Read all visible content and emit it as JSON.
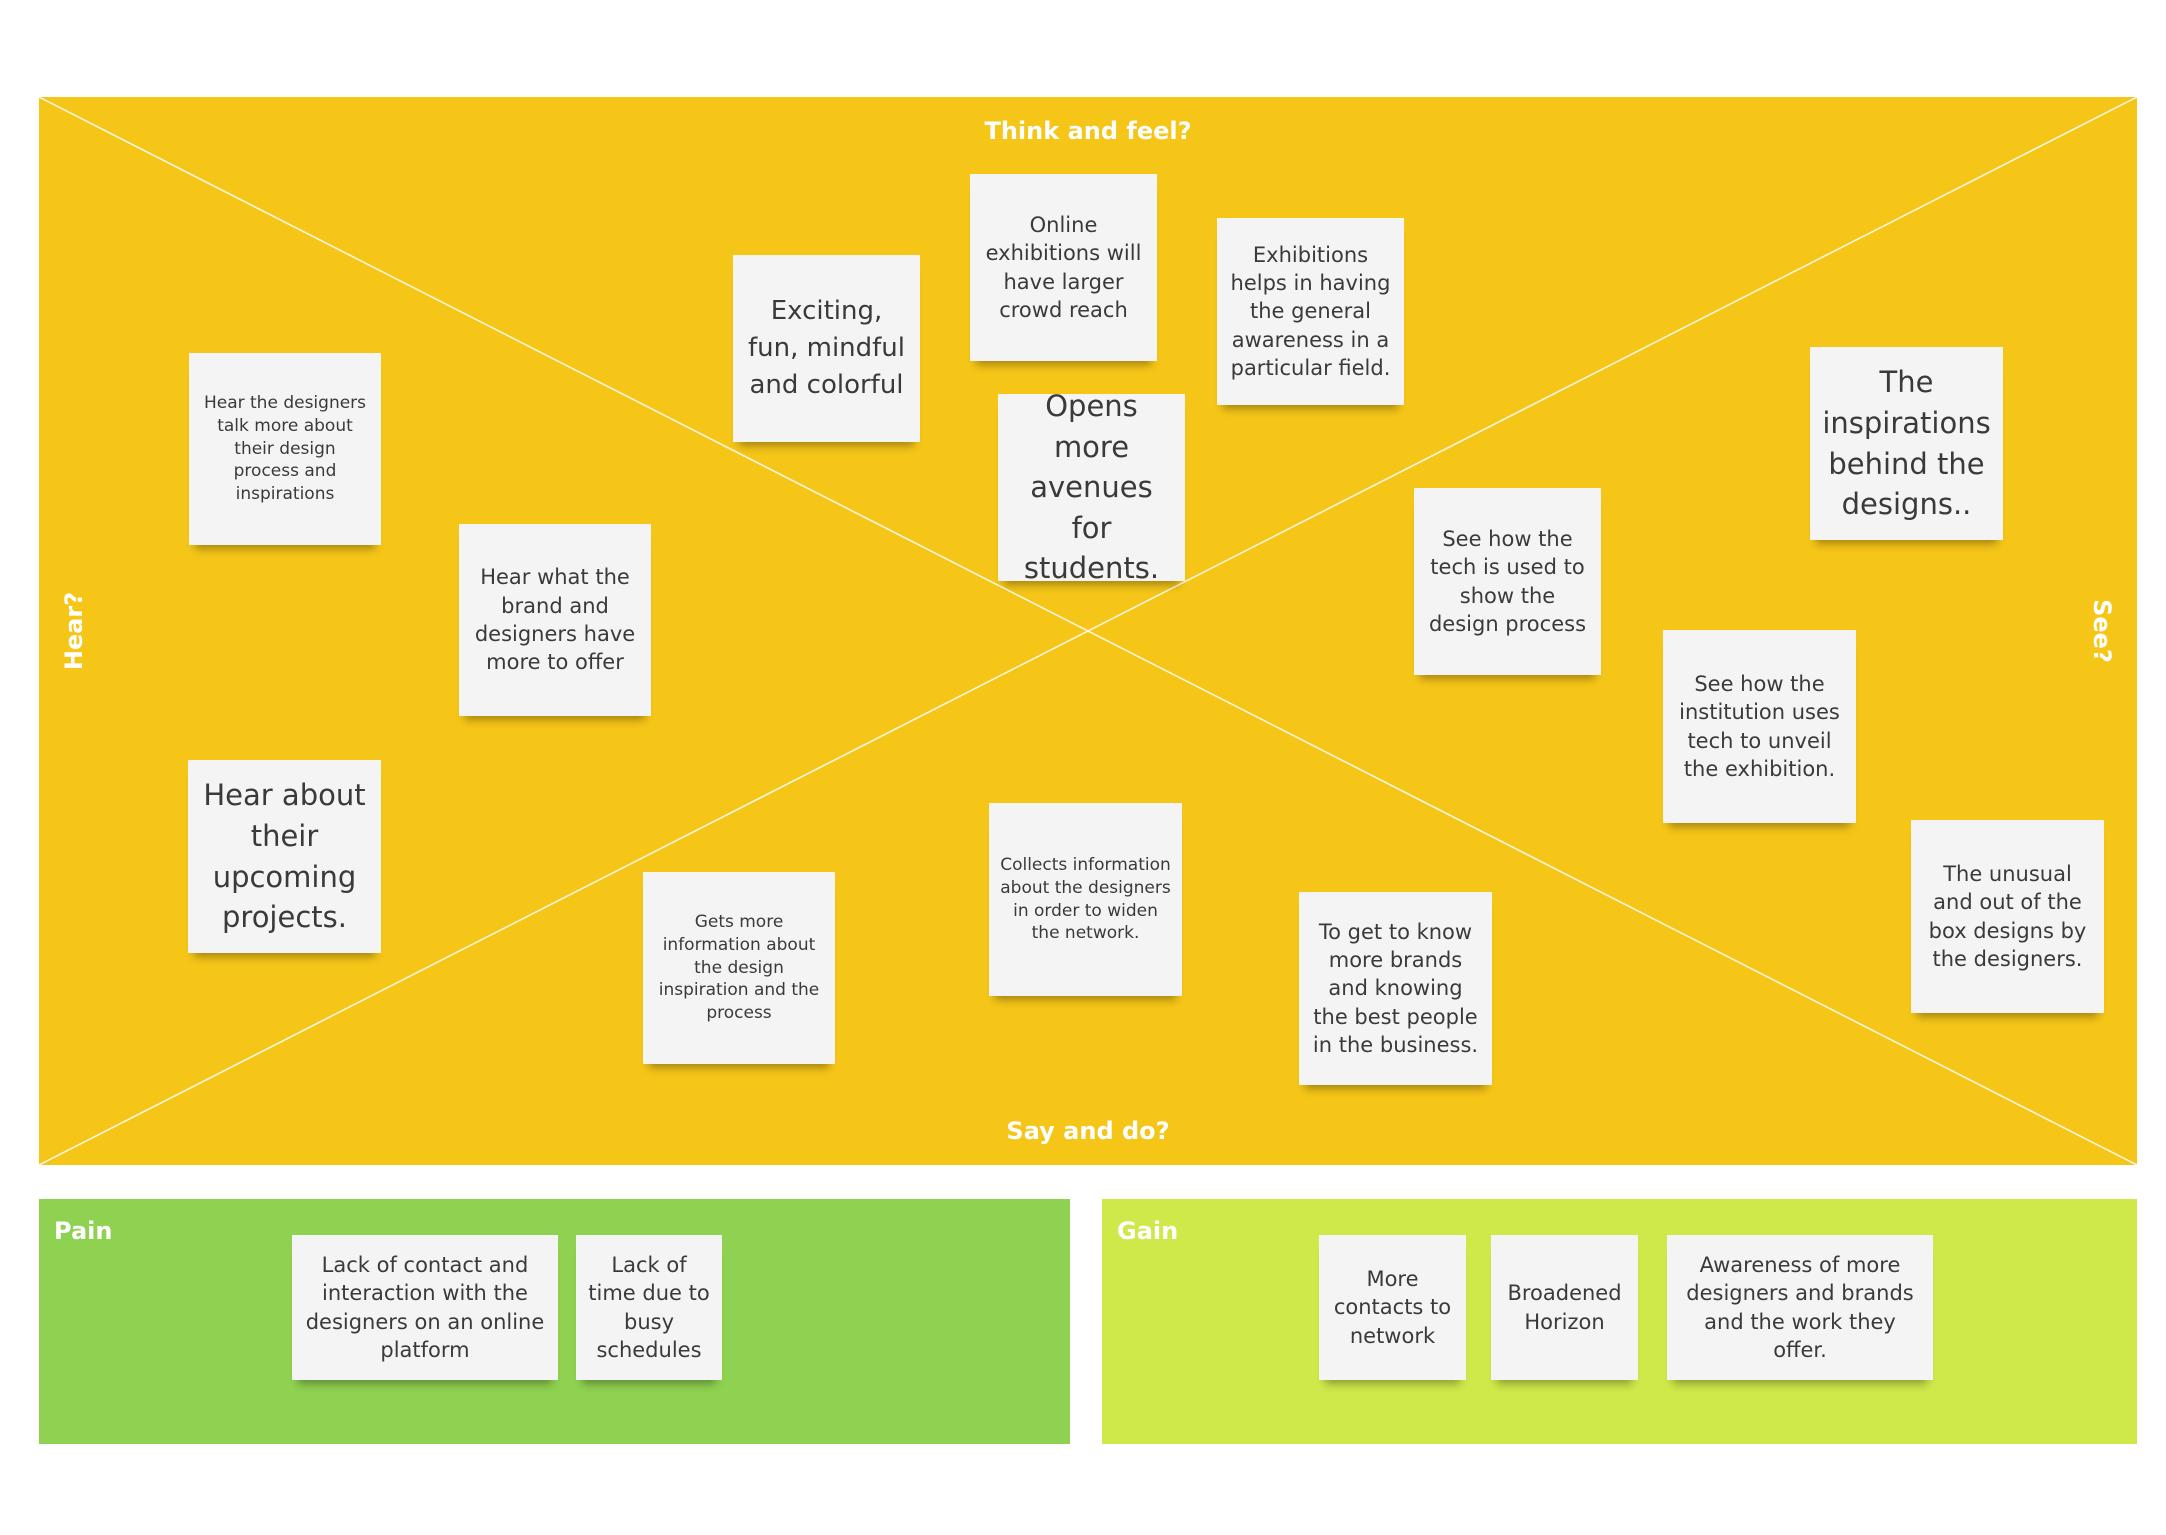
{
  "board": {
    "label_top": "Think and feel?",
    "label_bottom": "Say and do?",
    "label_left": "Hear?",
    "label_right": "See?",
    "color": "#f5c518"
  },
  "notes": {
    "hear_talk": "Hear the designers talk more about their design process and inspirations",
    "hear_brand": "Hear what the brand and designers have more to offer",
    "hear_upcoming": "Hear about their upcoming projects.",
    "exciting": "Exciting, fun, mindful and colorful",
    "online_exhibitions": "Online exhibitions will have larger crowd reach",
    "exhibitions_awareness": "Exhibitions helps in having the general awareness in a particular field.",
    "opens_avenues": "Opens more avenues for students.",
    "inspirations": "The inspirations behind the designs..",
    "see_tech": "See how the tech is used to show the design process",
    "see_institution": "See how the institution uses tech to unveil the exhibition.",
    "unusual_designs": "The unusual and out of the box designs by the designers.",
    "gets_info": "Gets more information about the design inspiration and the process",
    "collects_info": "Collects information about the designers in order to widen the network.",
    "know_brands": "To get to know more brands and knowing the best people in the business."
  },
  "pain": {
    "title": "Pain",
    "color": "#8fd150",
    "notes": [
      "Lack of contact and interaction with the designers on an online platform",
      "Lack of time due to busy schedules"
    ]
  },
  "gain": {
    "title": "Gain",
    "color": "#cfe84a",
    "notes": [
      "More contacts to network",
      "Broadened Horizon",
      "Awareness of more designers and brands and the work they offer."
    ]
  }
}
